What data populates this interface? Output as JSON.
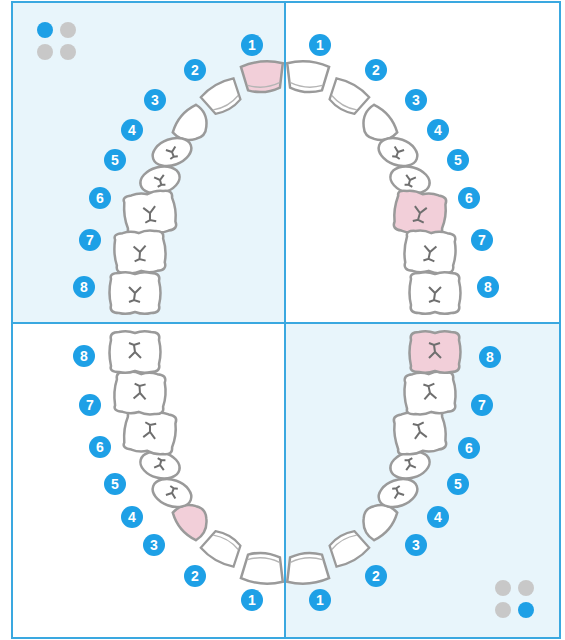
{
  "diagram": {
    "labels": [
      "1",
      "2",
      "3",
      "4",
      "5",
      "6",
      "7",
      "8",
      "1",
      "2",
      "3",
      "4",
      "5",
      "6",
      "7",
      "8",
      "8",
      "7",
      "6",
      "5",
      "4",
      "3",
      "2",
      "1",
      "8",
      "7",
      "6",
      "5",
      "4",
      "3",
      "2",
      "1"
    ]
  }
}
